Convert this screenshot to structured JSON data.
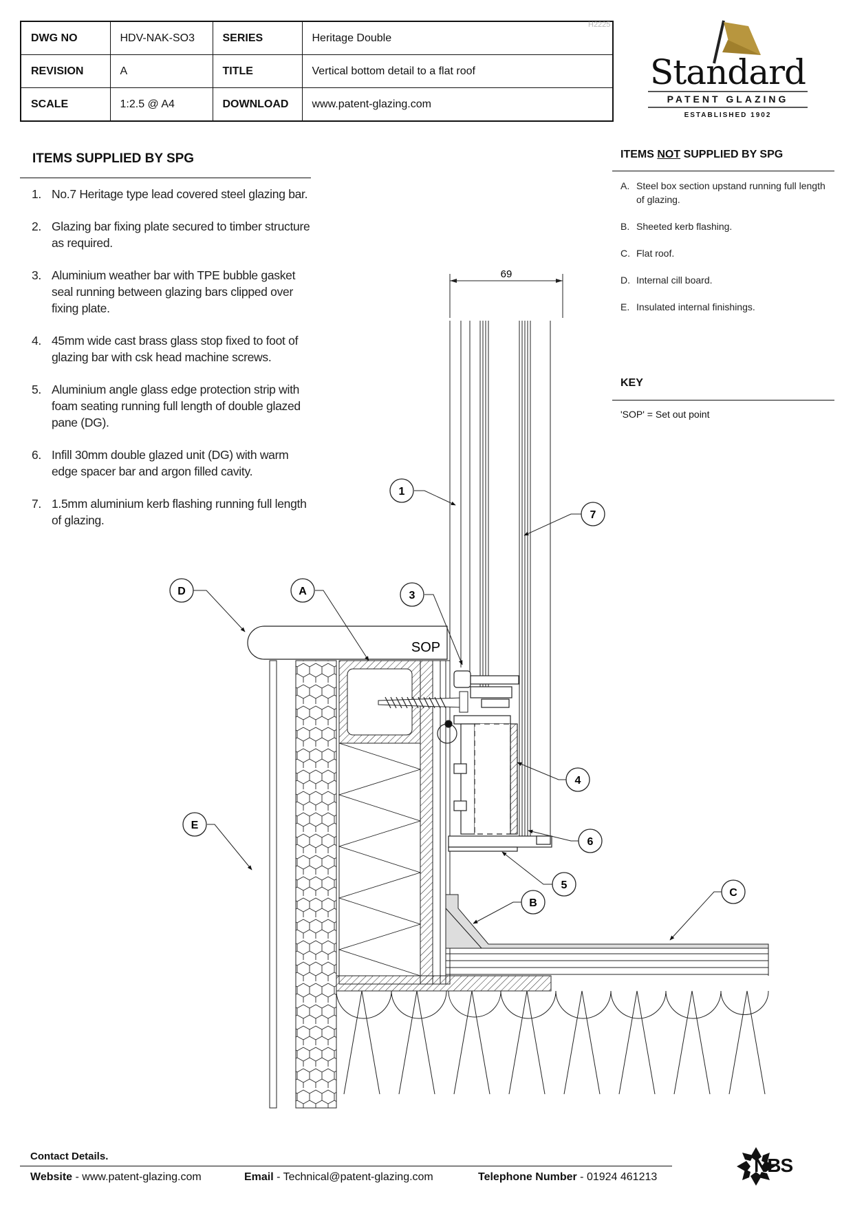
{
  "title_block": {
    "dwg_no_label": "DWG NO",
    "dwg_no": "HDV-NAK-SO3",
    "series_label": "SERIES",
    "series": "Heritage Double",
    "revision_label": "REVISION",
    "revision": "A",
    "title_label": "TITLE",
    "title": "Vertical bottom detail to a flat roof",
    "scale_label": "SCALE",
    "scale": "1:2.5 @ A4",
    "download_label": "DOWNLOAD",
    "download": "www.patent-glazing.com",
    "ref_code": "H2225"
  },
  "logo": {
    "word": "Standard",
    "sub": "PATENT GLAZING",
    "est": "ESTABLISHED 1902",
    "flag_color": "#b8963e"
  },
  "supplied": {
    "heading": "ITEMS SUPPLIED BY SPG",
    "items": [
      {
        "n": "1.",
        "text": "No.7 Heritage type lead covered steel glazing bar."
      },
      {
        "n": "2.",
        "text": "Glazing bar fixing plate secured to timber structure as required."
      },
      {
        "n": "3.",
        "text": "Aluminium weather bar with TPE bubble gasket seal running between glazing bars clipped over fixing plate."
      },
      {
        "n": "4.",
        "text": "45mm wide cast brass glass stop fixed to foot of glazing bar with csk head machine screws."
      },
      {
        "n": "5.",
        "text": "Aluminium angle glass edge protection strip with foam seating running full length of double glazed pane (DG)."
      },
      {
        "n": "6.",
        "text": "Infill 30mm double glazed unit (DG) with warm edge spacer bar and argon filled cavity."
      },
      {
        "n": "7.",
        "text": "1.5mm aluminium kerb flashing running full length of glazing."
      }
    ]
  },
  "not_supplied": {
    "heading_pre": "ITEMS ",
    "heading_not": "NOT",
    "heading_post": " SUPPLIED BY SPG",
    "items": [
      {
        "n": "A.",
        "text": "Steel box section upstand running full length of glazing."
      },
      {
        "n": "B.",
        "text": "Sheeted kerb flashing."
      },
      {
        "n": "C.",
        "text": "Flat roof."
      },
      {
        "n": "D.",
        "text": "Internal cill board."
      },
      {
        "n": "E.",
        "text": "Insulated internal finishings."
      }
    ]
  },
  "key": {
    "heading": "KEY",
    "text": "'SOP' = Set out point"
  },
  "drawing": {
    "dimension": "69",
    "sop": "SOP",
    "callouts": [
      "1",
      "7",
      "D",
      "A",
      "3",
      "E",
      "4",
      "6",
      "5",
      "B",
      "C"
    ]
  },
  "footer": {
    "contact_heading": "Contact Details.",
    "website_label": "Website",
    "website": "www.patent-glazing.com",
    "email_label": "Email",
    "email": "Technical@patent-glazing.com",
    "phone_label": "Telephone Number",
    "phone": "01924 461213",
    "nbs": "NBS"
  }
}
